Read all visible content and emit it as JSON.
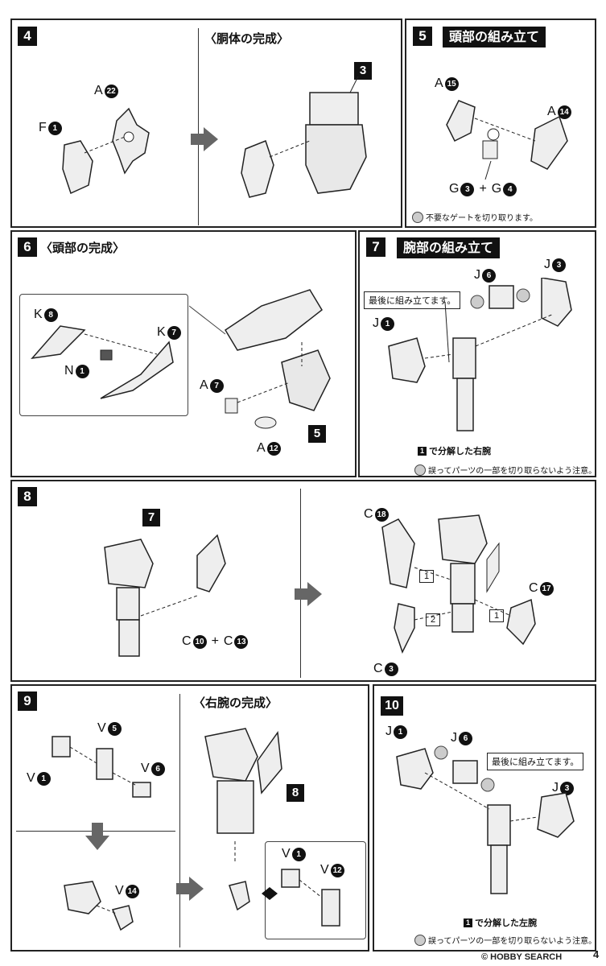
{
  "page_number": "4",
  "watermark": "© HOBBY SEARCH",
  "steps": {
    "s4": {
      "num": "4",
      "title": "〈胴体の完成〉",
      "labels": {
        "f1": "F",
        "a22": "A"
      },
      "nums": {
        "f1": "1",
        "a22": "22"
      },
      "ref": "3"
    },
    "s5": {
      "num": "5",
      "title": "頭部の組み立て",
      "labels": {
        "a15": "A",
        "a14": "A",
        "g3": "G",
        "g4": "G",
        "plus": "+"
      },
      "nums": {
        "a15": "15",
        "a14": "14",
        "g3": "3",
        "g4": "4"
      },
      "note": "不要なゲートを切り取ります。"
    },
    "s6": {
      "num": "6",
      "title": "〈頭部の完成〉",
      "labels": {
        "k8": "K",
        "k7": "K",
        "n1": "N",
        "a7": "A",
        "a12": "A"
      },
      "nums": {
        "k8": "8",
        "k7": "7",
        "n1": "1",
        "a7": "7",
        "a12": "12"
      },
      "ref": "5"
    },
    "s7": {
      "num": "7",
      "title": "腕部の組み立て",
      "labels": {
        "j1": "J",
        "j6": "J",
        "j3": "J"
      },
      "nums": {
        "j1": "1",
        "j6": "6",
        "j3": "3"
      },
      "callout": "最後に組み立てます。",
      "caption_num": "1",
      "caption": "で分解した右腕",
      "note": "誤ってパーツの一部を切り取らないよう注意。"
    },
    "s8": {
      "num": "8",
      "labels": {
        "c10": "C",
        "c13": "C",
        "plus": "+",
        "c18": "C",
        "c17": "C",
        "c3": "C"
      },
      "nums": {
        "c10": "10",
        "c13": "13",
        "c18": "18",
        "c17": "17",
        "c3": "3"
      },
      "ref": "7",
      "seq1a": "1",
      "seq1b": "1",
      "seq2": "2"
    },
    "s9": {
      "num": "9",
      "title": "〈右腕の完成〉",
      "labels": {
        "v1": "V",
        "v5": "V",
        "v6": "V",
        "v14": "V",
        "v1b": "V",
        "v12": "V"
      },
      "nums": {
        "v1": "1",
        "v5": "5",
        "v6": "6",
        "v14": "14",
        "v1b": "1",
        "v12": "12"
      },
      "ref": "8"
    },
    "s10": {
      "num": "10",
      "labels": {
        "j1": "J",
        "j6": "J",
        "j3": "J"
      },
      "nums": {
        "j1": "1",
        "j6": "6",
        "j3": "3"
      },
      "callout": "最後に組み立てます。",
      "caption_num": "1",
      "caption": "で分解した左腕",
      "note": "誤ってパーツの一部を切り取らないよう注意。"
    }
  }
}
